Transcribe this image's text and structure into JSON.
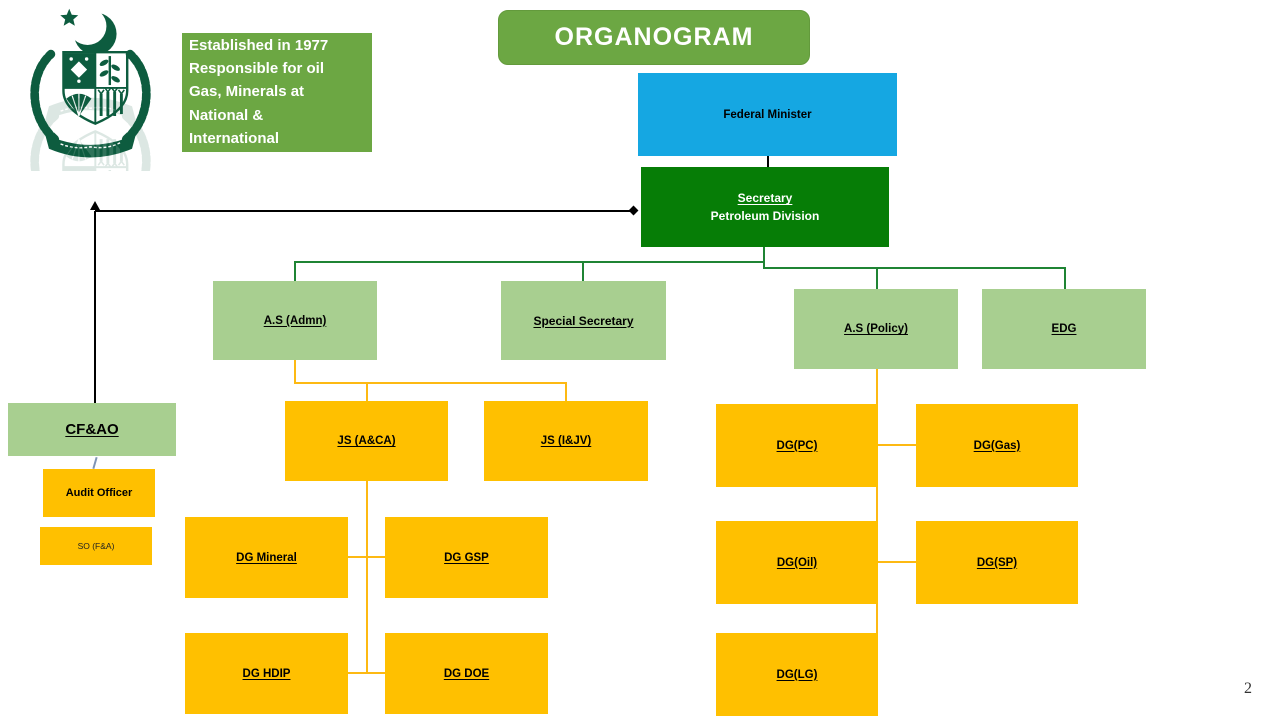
{
  "slide": {
    "title_banner": "ORGANOGRAM",
    "info_box": "Established in 1977\nResponsible for oil\nGas, Minerals at\nNational &\nInternational",
    "page_number": "2",
    "emblem": "pakistan-state-emblem"
  },
  "colors": {
    "banner_green": "#6ca743",
    "minister_blue": "#15a7e2",
    "secretary_green": "#067d06",
    "light_green": "#a8cf90",
    "box_yellow": "#ffc000",
    "connector_green": "#1f8434",
    "connector_yellow": "#fdb913",
    "connector_black": "#000000",
    "emblem_green": "#0d5c3f"
  },
  "nodes": {
    "federal_minister": {
      "label": "Federal Minister"
    },
    "secretary": {
      "line1": "Secretary",
      "line2": "Petroleum Division"
    },
    "as_admn": {
      "label": "A.S (Admn)"
    },
    "special_secretary": {
      "label": "Special Secretary"
    },
    "as_policy": {
      "label": "A.S (Policy)"
    },
    "edg": {
      "label": "EDG"
    },
    "cfao": {
      "label": "CF&AO"
    },
    "audit_officer": {
      "label": "Audit Officer"
    },
    "so_fa": {
      "label": "SO (F&A)"
    },
    "js_aca": {
      "label": "JS (A&CA)"
    },
    "js_ijv": {
      "label": "JS (I&JV)"
    },
    "dg_mineral": {
      "label": "DG Mineral"
    },
    "dg_gsp": {
      "label": "DG GSP"
    },
    "dg_hdip": {
      "label": "DG HDIP"
    },
    "dg_doe": {
      "label": "DG DOE"
    },
    "dg_pc": {
      "label": "DG(PC)"
    },
    "dg_gas": {
      "label": "DG(Gas)"
    },
    "dg_oil": {
      "label": "DG(Oil)"
    },
    "dg_sp": {
      "label": "DG(SP)"
    },
    "dg_lg": {
      "label": "DG(LG)"
    }
  }
}
